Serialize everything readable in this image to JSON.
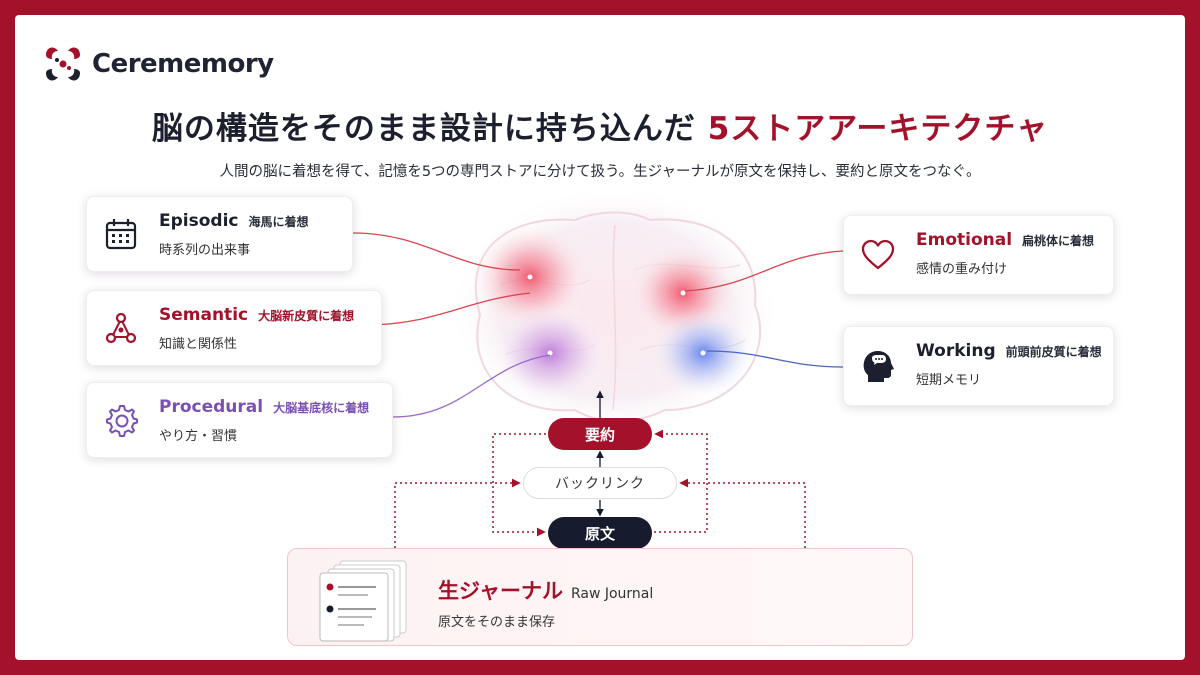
{
  "brand": {
    "name": "Cerememory",
    "accent": "#a3122a",
    "dark": "#161b2e"
  },
  "title": {
    "main": "脳の構造をそのまま設計に持ち込んだ",
    "accent": "5ストアアーキテクチャ"
  },
  "subtitle": "人間の脳に着想を得て、記憶を5つの専門ストアに分けて扱う。生ジャーナルが原文を保持し、要約と原文をつなぐ。",
  "stores": {
    "episodic": {
      "name": "Episodic",
      "inspire": "海馬に着想",
      "desc": "時系列の出来事",
      "icon": "calendar-icon",
      "color": "#1c1f2e"
    },
    "semantic": {
      "name": "Semantic",
      "inspire": "大脳新皮質に着想",
      "desc": "知識と関係性",
      "icon": "graph-nodes-icon",
      "color": "#a3122a"
    },
    "procedural": {
      "name": "Procedural",
      "inspire": "大脳基底核に着想",
      "desc": "やり方・習慣",
      "icon": "gear-icon",
      "color": "#7b4fb8"
    },
    "emotional": {
      "name": "Emotional",
      "inspire": "扁桃体に着想",
      "desc": "感情の重み付け",
      "icon": "heart-icon",
      "color": "#a3122a"
    },
    "working": {
      "name": "Working",
      "inspire": "前頭前皮質に着想",
      "desc": "短期メモリ",
      "icon": "head-thought-icon",
      "color": "#1c1f2e"
    }
  },
  "flow": {
    "summary": "要約",
    "backlink": "バックリンク",
    "original": "原文"
  },
  "journal": {
    "title": "生ジャーナル",
    "subtitle": "Raw Journal",
    "desc": "原文をそのまま保存"
  }
}
